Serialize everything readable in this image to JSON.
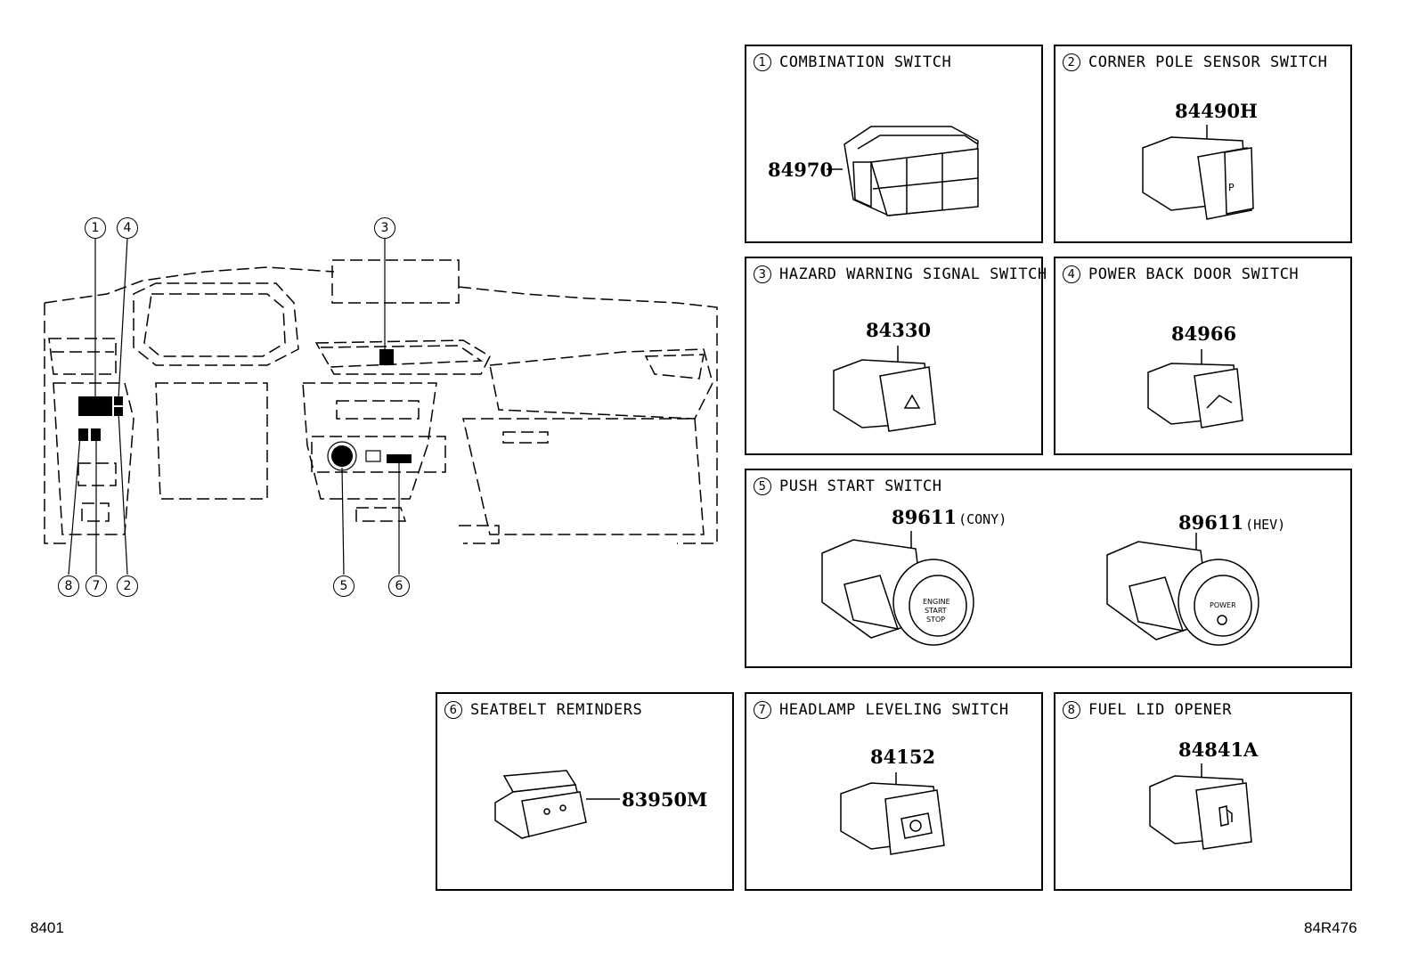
{
  "dashboard": {
    "callouts_top": [
      "1",
      "4",
      "3"
    ],
    "callouts_bottom": [
      "8",
      "7",
      "2",
      "5",
      "6"
    ]
  },
  "panels": [
    {
      "number": "1",
      "title": "COMBINATION SWITCH",
      "part": "84970",
      "variant": ""
    },
    {
      "number": "2",
      "title": "CORNER POLE SENSOR SWITCH",
      "part": "84490H",
      "variant": ""
    },
    {
      "number": "3",
      "title": "HAZARD WARNING SIGNAL SWITCH",
      "part": "84330",
      "variant": ""
    },
    {
      "number": "4",
      "title": "POWER BACK DOOR SWITCH",
      "part": "84966",
      "variant": ""
    },
    {
      "number": "5",
      "title": "PUSH START SWITCH",
      "parts": [
        {
          "part": "89611",
          "variant": "(CONY)"
        },
        {
          "part": "89611",
          "variant": "(HEV)"
        }
      ]
    },
    {
      "number": "6",
      "title": "SEATBELT REMINDERS",
      "part": "83950M",
      "variant": ""
    },
    {
      "number": "7",
      "title": "HEADLAMP LEVELING SWITCH",
      "part": "84152",
      "variant": ""
    },
    {
      "number": "8",
      "title": "FUEL LID OPENER",
      "part": "84841A",
      "variant": ""
    }
  ],
  "footer": {
    "left": "8401",
    "right": "84R476"
  }
}
